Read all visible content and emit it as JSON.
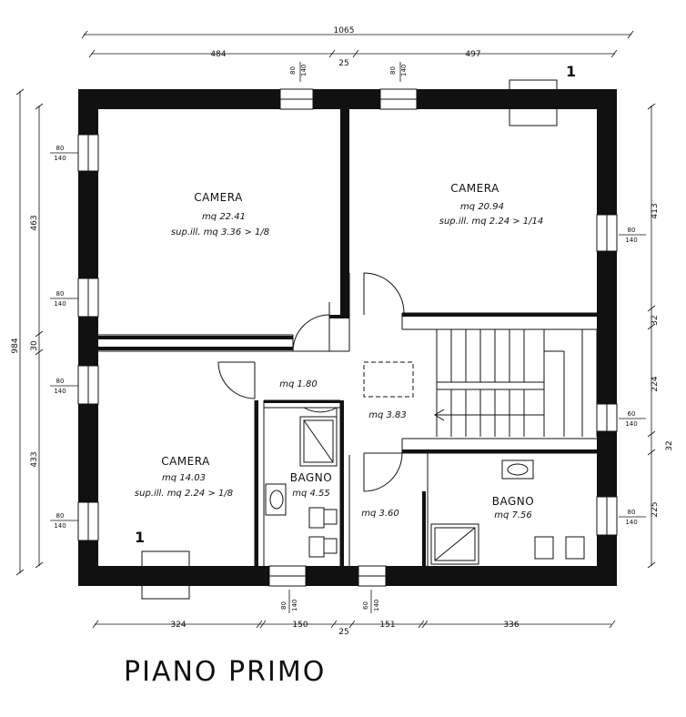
{
  "title": "PIANO PRIMO",
  "dimensions": {
    "top_total": "1065",
    "top_left": "484",
    "top_mid": "25",
    "top_right": "497",
    "top_win_1": {
      "a": "80",
      "b": "140"
    },
    "top_win_2": {
      "a": "80",
      "b": "140"
    },
    "left_total": "984",
    "left_upper": "463",
    "left_mid": "30",
    "left_lower": "433",
    "left_win_1": {
      "a": "80",
      "b": "140"
    },
    "left_win_2": {
      "a": "80",
      "b": "140"
    },
    "left_win_3": {
      "a": "80",
      "b": "140"
    },
    "left_win_4": {
      "a": "80",
      "b": "140"
    },
    "right_upper": "413",
    "right_32a": "32",
    "right_224": "224",
    "right_32b": "32",
    "right_225": "225",
    "right_win_1": {
      "a": "80",
      "b": "140"
    },
    "right_win_2": {
      "a": "60",
      "b": "140"
    },
    "right_win_3": {
      "a": "80",
      "b": "140"
    },
    "bottom_1": "324",
    "bottom_2": "150",
    "bottom_3": "25",
    "bottom_4": "151",
    "bottom_5": "336",
    "bottom_win_1": {
      "a": "80",
      "b": "140"
    },
    "bottom_win_2": {
      "a": "60",
      "b": "140"
    }
  },
  "rooms": {
    "camera_nw": {
      "name": "CAMERA",
      "area": "mq  22.41",
      "light": "sup.ill.  mq  3.36  >  1/8"
    },
    "camera_ne": {
      "name": "CAMERA",
      "area": "mq  20.94",
      "light": "sup.ill.  mq  2.24  >  1/14"
    },
    "camera_sw": {
      "name": "CAMERA",
      "area": "mq  14.03",
      "light": "sup.ill.  mq  2.24  >  1/8"
    },
    "hall": {
      "area": "mq  1.80"
    },
    "landing": {
      "area": "mq  3.83"
    },
    "bagno_small": {
      "name": "BAGNO",
      "area": "mq  4.55"
    },
    "corridor": {
      "area": "mq  3.60"
    },
    "bagno_large": {
      "name": "BAGNO",
      "area": "mq  7.56"
    }
  },
  "section_marks": {
    "top": "1",
    "bottom": "1"
  }
}
